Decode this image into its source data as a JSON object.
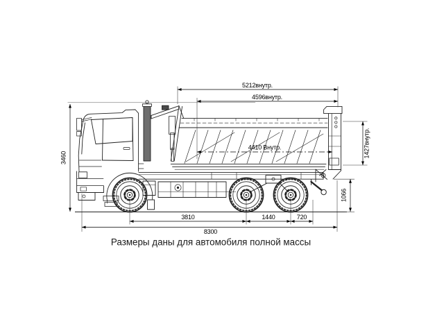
{
  "drawing": {
    "subject": "dump-truck-side-view-technical-drawing",
    "caption": "Размеры даны для автомобиля полной массы",
    "dims": {
      "d5212": "5212внутр.",
      "d4596": "4596внутр.",
      "d4410": "4410 Внутр.",
      "d3460": "3460",
      "d1427": "1427внутр.",
      "d1066": "1066",
      "d3810": "3810",
      "d1440": "1440",
      "d720": "720",
      "d8300": "8300"
    },
    "colors": {
      "line": "#222222",
      "dimension": "#000000",
      "reference_line": "#b3b3b3",
      "background": "#ffffff"
    }
  }
}
